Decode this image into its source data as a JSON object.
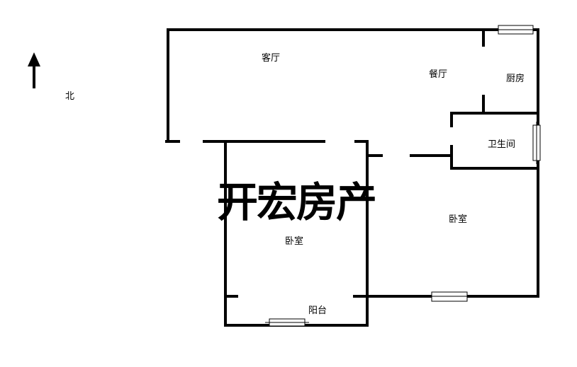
{
  "compass": {
    "label": "北"
  },
  "rooms": {
    "living_room": "客厅",
    "dining_room": "餐厅",
    "kitchen": "厨房",
    "bathroom": "卫生间",
    "bedroom_left": "卧室",
    "bedroom_right": "卧室",
    "balcony": "阳台"
  },
  "watermark": "开宏房产"
}
